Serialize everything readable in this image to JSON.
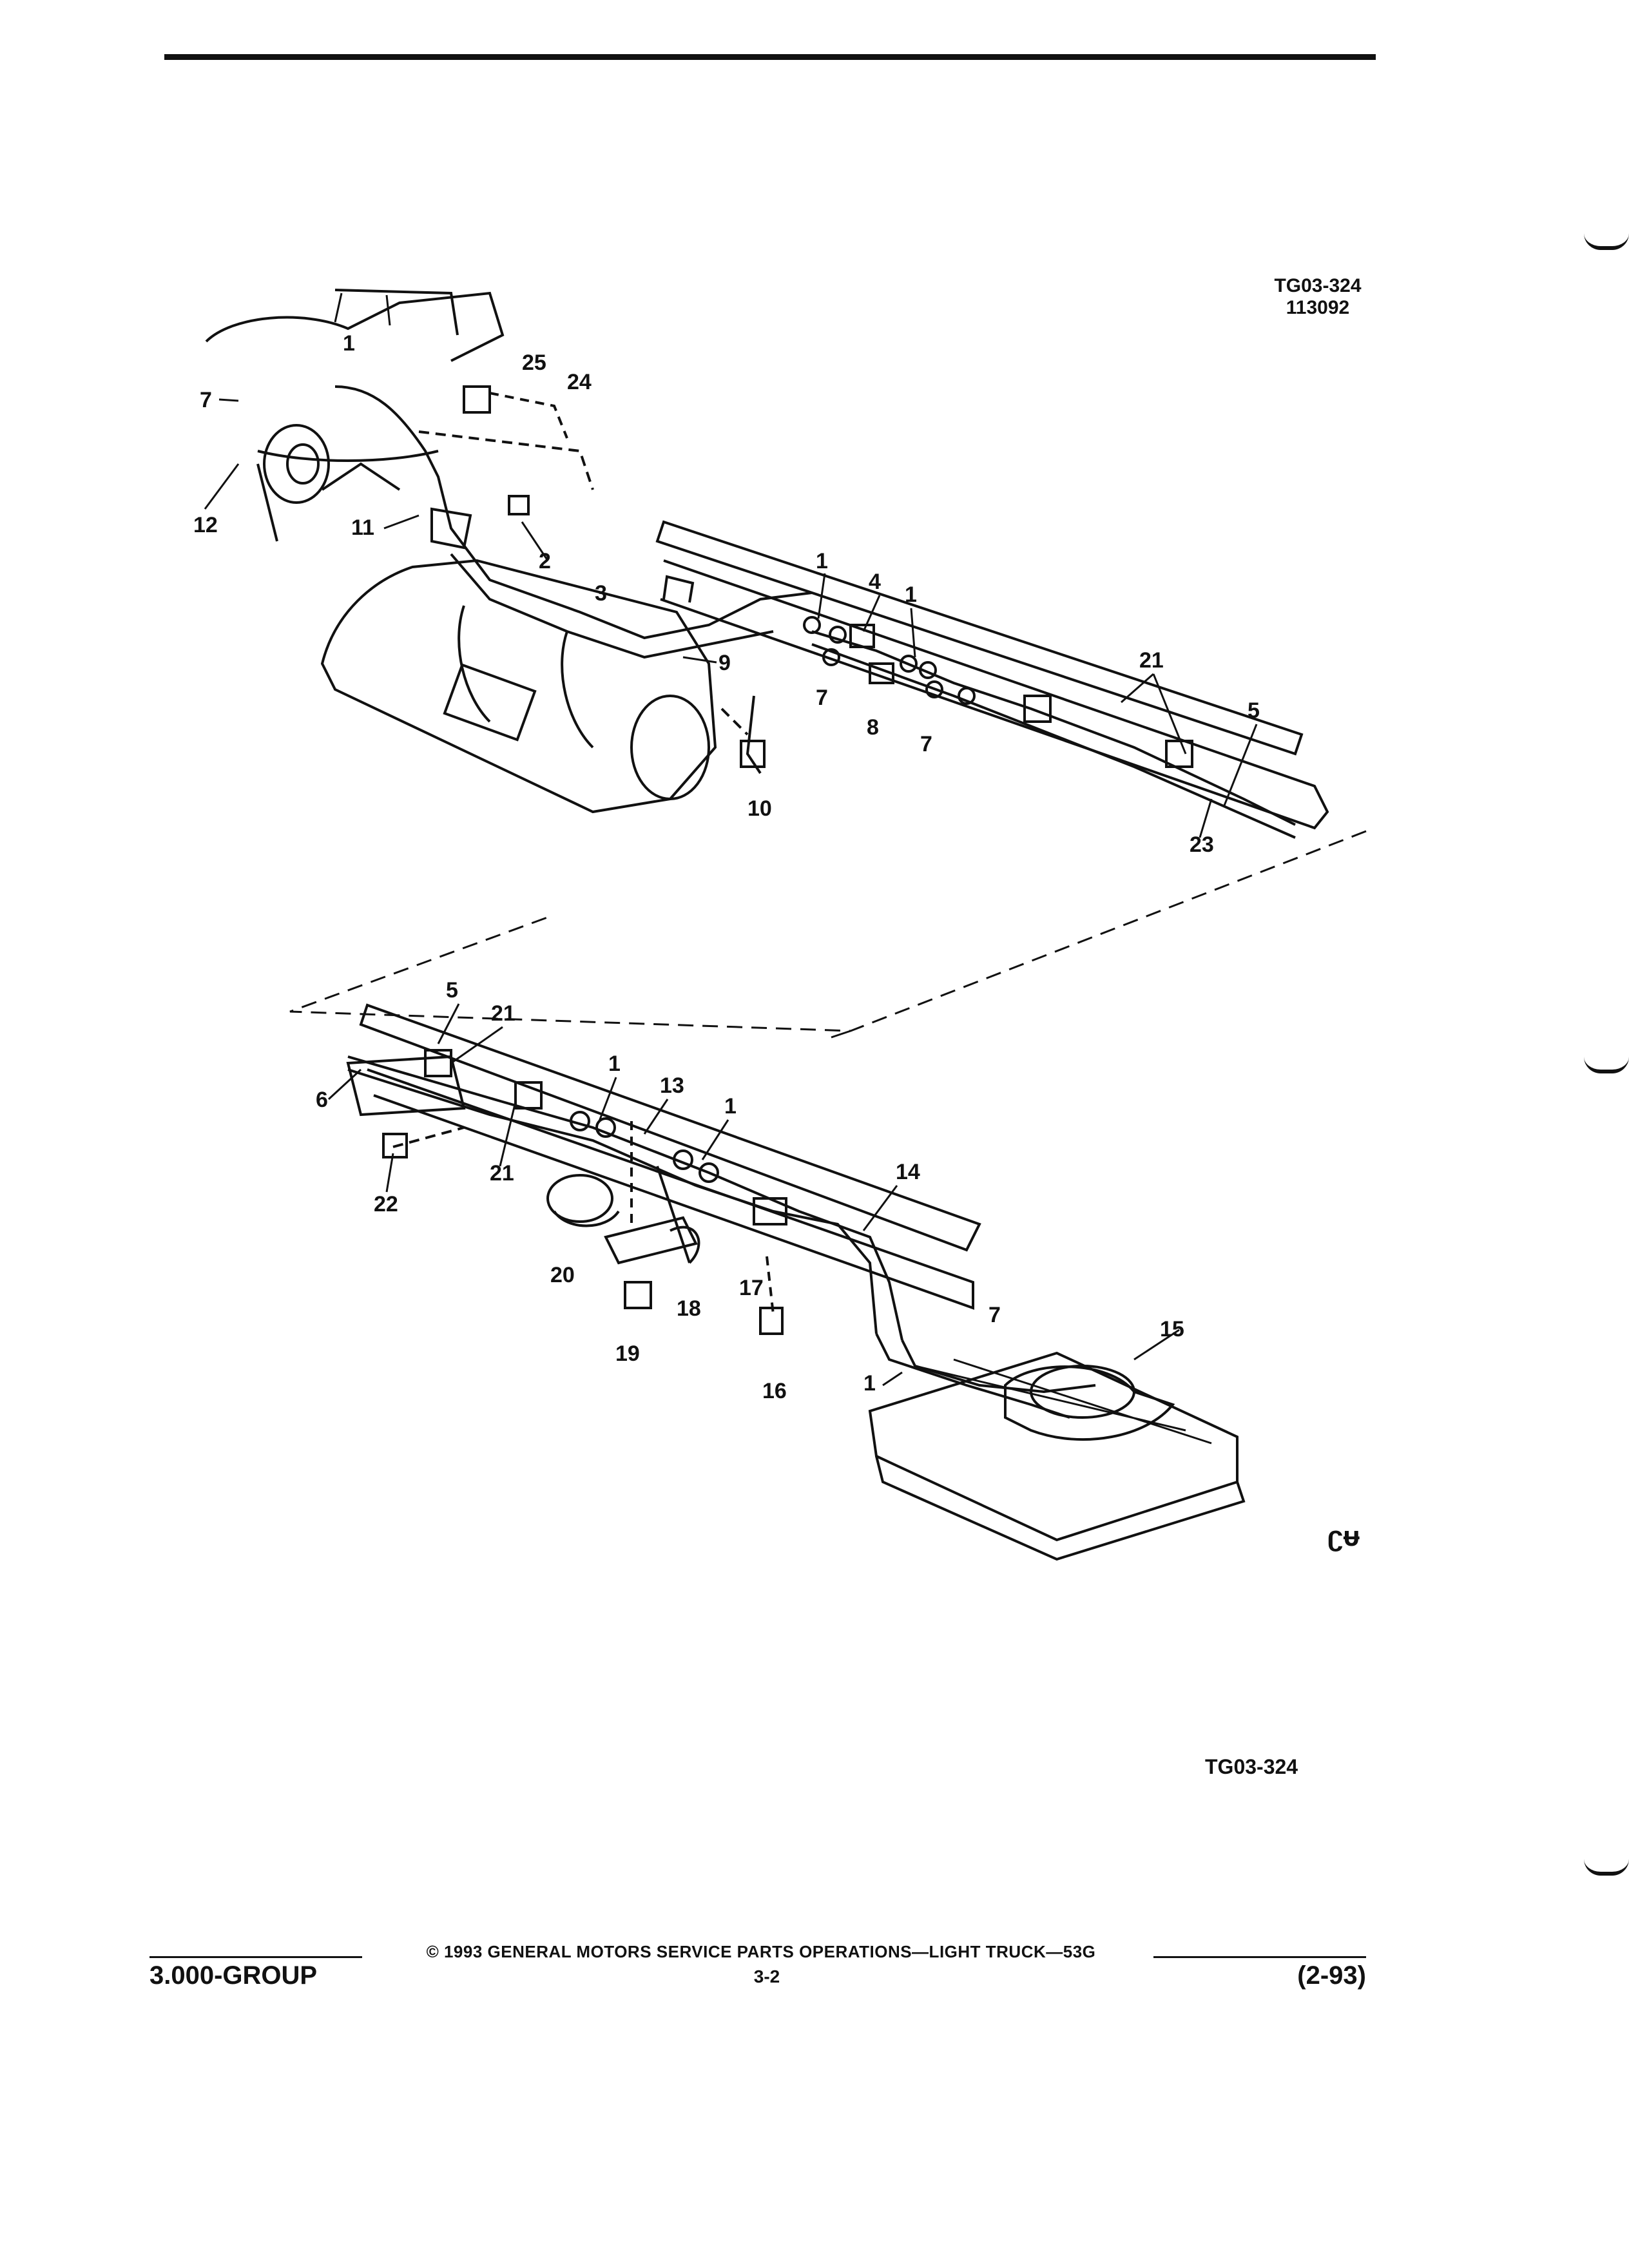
{
  "header": {
    "ref_code": "TG03-324",
    "ref_number": "113092"
  },
  "diagram": {
    "upper_callouts": [
      "1",
      "7",
      "12",
      "11",
      "25",
      "24",
      "2",
      "3",
      "1",
      "4",
      "1",
      "9",
      "7",
      "8",
      "7",
      "10",
      "21",
      "5",
      "23"
    ],
    "lower_callouts": [
      "5",
      "21",
      "6",
      "22",
      "21",
      "1",
      "13",
      "1",
      "14",
      "20",
      "18",
      "17",
      "19",
      "16",
      "7",
      "15",
      "1"
    ],
    "bottom_ref": "TG03-324",
    "logo": "ʗᵾ"
  },
  "footer": {
    "copyright": "© 1993 GENERAL MOTORS SERVICE PARTS OPERATIONS—LIGHT TRUCK—53G",
    "group": "3.000-GROUP",
    "page": "3-2",
    "date": "(2-93)"
  }
}
